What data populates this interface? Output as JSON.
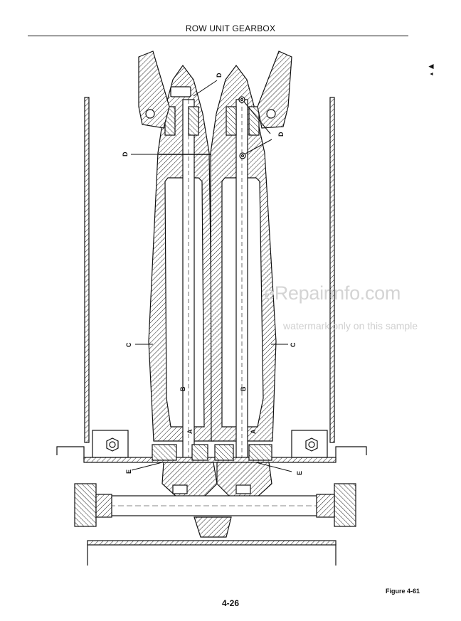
{
  "header": {
    "title": "ROW UNIT GEARBOX"
  },
  "figure": {
    "caption": "Figure 4-61",
    "callouts": {
      "A": "A",
      "B": "B",
      "C": "C",
      "D": "D",
      "E": "E"
    }
  },
  "page": {
    "number": "4-26"
  },
  "watermark": {
    "brand": "eRepairinfo.com",
    "note": "watermark only on this sample"
  },
  "margin_marks": {
    "top": "◄",
    "small": "◄"
  }
}
